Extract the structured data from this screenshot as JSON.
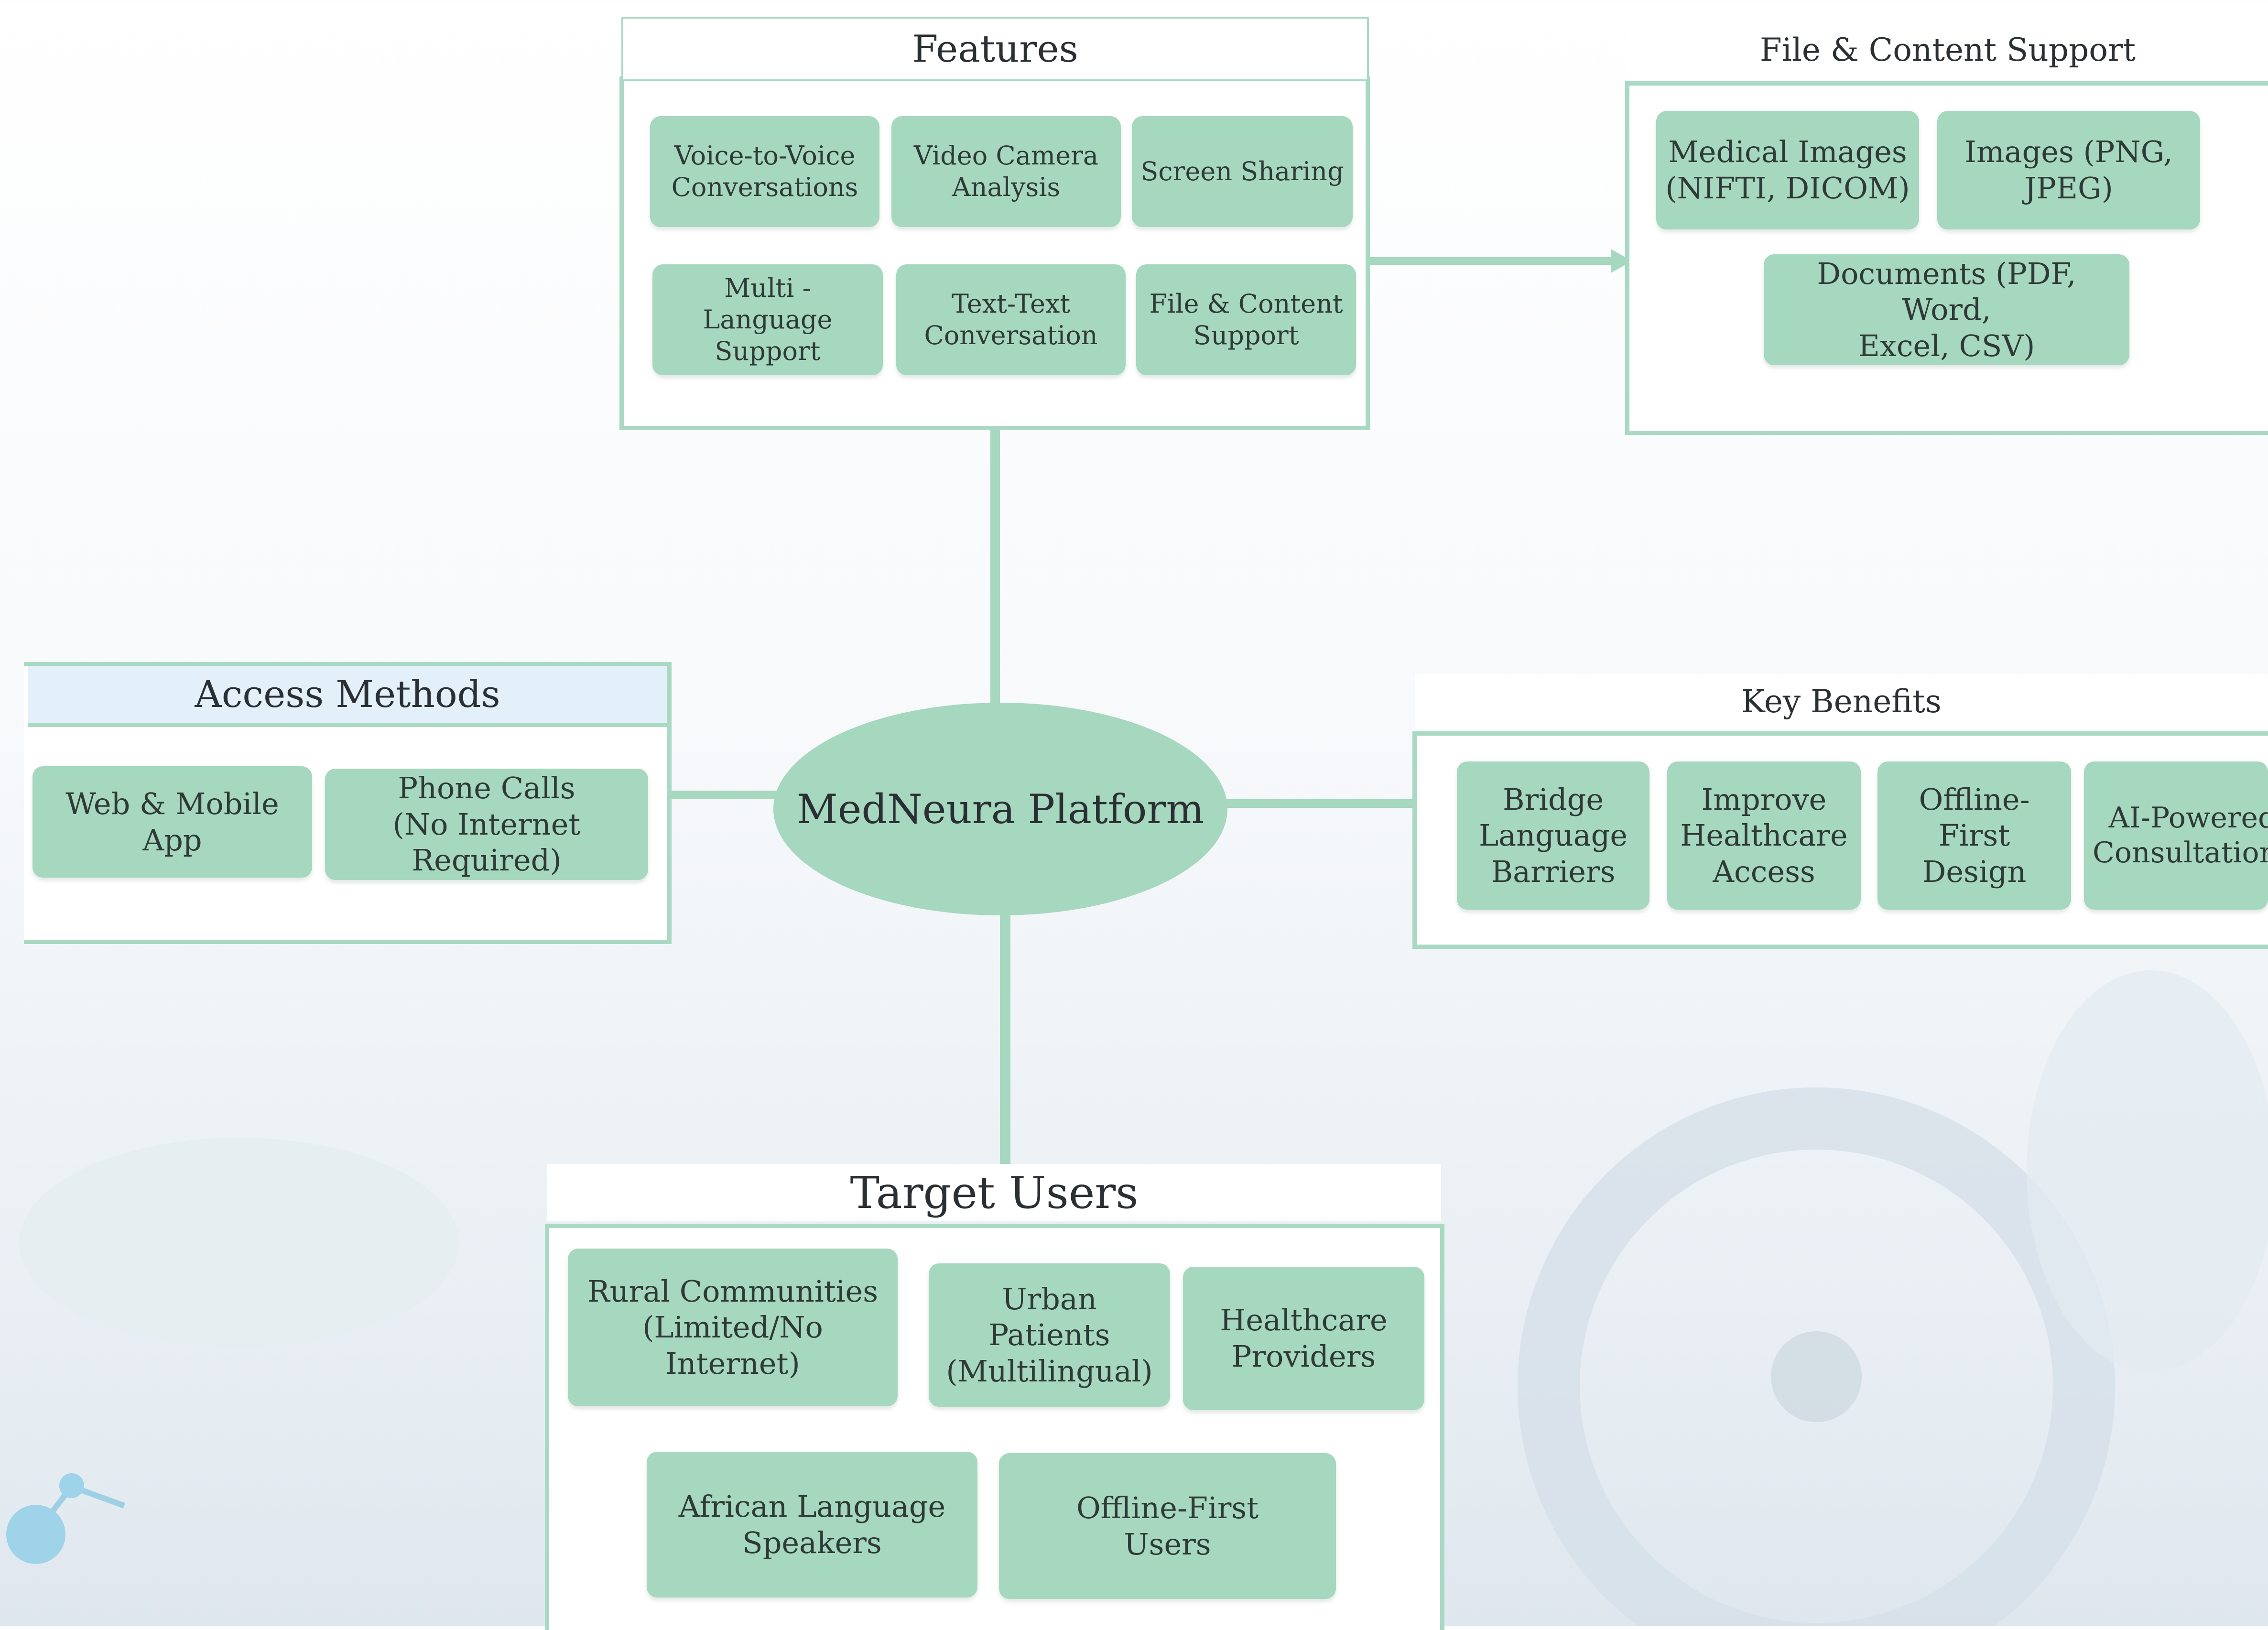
{
  "center": {
    "label": "MedNeura Platform"
  },
  "features": {
    "title": "Features",
    "items": [
      "Voice-to-Voice\nConversations",
      "Video Camera\nAnalysis",
      "Screen Sharing",
      "Multi - Language\nSupport",
      "Text-Text\nConversation",
      "File & Content\nSupport"
    ]
  },
  "file_support": {
    "title": "File & Content Support",
    "items": [
      "Medical Images\n(NIFTI, DICOM)",
      "Images (PNG,\nJPEG)",
      "Documents (PDF, Word,\nExcel, CSV)"
    ]
  },
  "access_methods": {
    "title": "Access Methods",
    "items": [
      "Web & Mobile App",
      "Phone Calls\n(No Internet Required)"
    ]
  },
  "key_benefits": {
    "title": "Key Benefits",
    "items": [
      "Bridge\nLanguage\nBarriers",
      "Improve\nHealthcare\nAccess",
      "Offline-First\nDesign",
      "AI-Powered\nConsultations"
    ]
  },
  "target_users": {
    "title": "Target Users",
    "items": [
      "Rural Communities\n(Limited/No Internet)",
      "Urban Patients\n(Multilingual)",
      "Healthcare\nProviders",
      "African Language\nSpeakers",
      "Offline-First\nUsers"
    ]
  },
  "colors": {
    "accent": "#a6d7bf",
    "border": "#a9d9c3",
    "header_blue": "#e3f0fa"
  }
}
